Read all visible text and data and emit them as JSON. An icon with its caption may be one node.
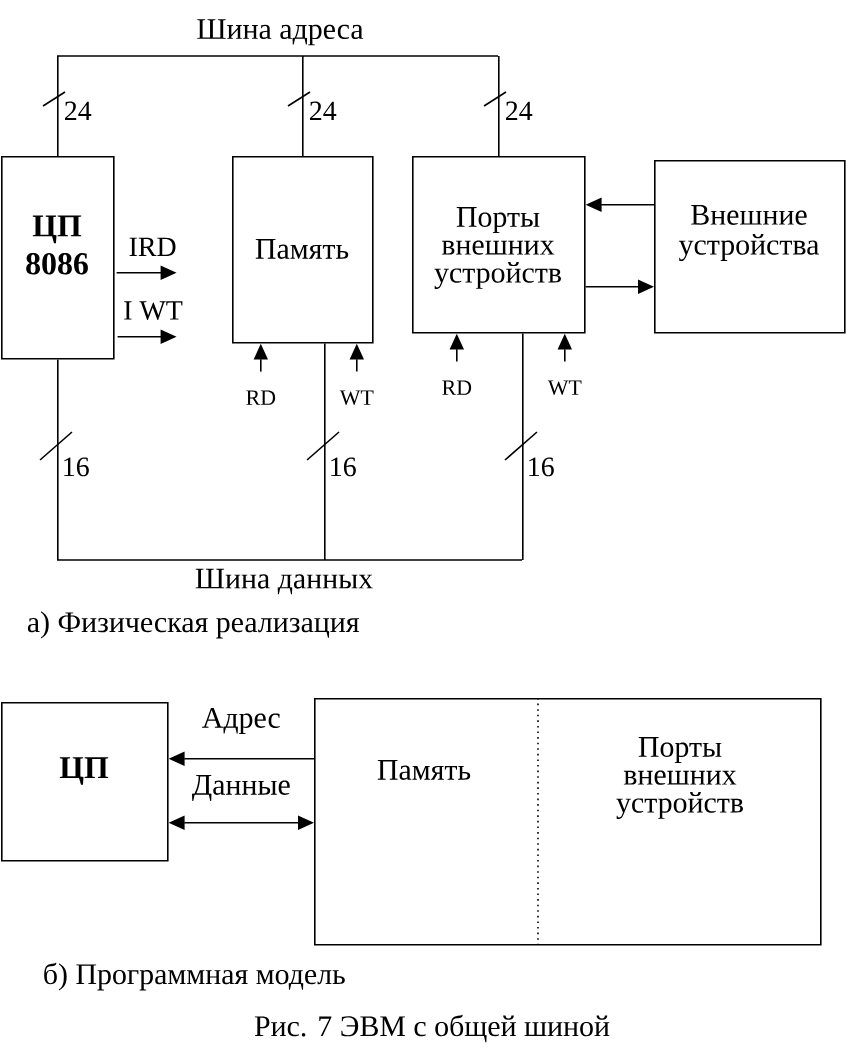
{
  "diagram": {
    "caption": "Рис. 7 ЭВМ с общей шиной",
    "nodes": [
      {
        "text": [
          "Шина адреса"
        ]
      },
      {
        "text": [
          "ЦП 8086"
        ]
      },
      {
        "text": [
          "Память"
        ]
      },
      {
        "text": [
          "Порты внешних устройств"
        ]
      },
      {
        "text": [
          "Внешние устройства"
        ]
      },
      {
        "text": [
          "Шина данных"
        ]
      },
      {
        "text": [
          "ЦП"
        ]
      },
      {
        "text": [
          "Память",
          "Порты внешних устройств"
        ]
      }
    ],
    "edges": [
      {
        "from": 1,
        "to": 0,
        "arrow": "none",
        "label": "24"
      },
      {
        "from": 2,
        "to": 0,
        "arrow": "none",
        "label": "24"
      },
      {
        "from": 3,
        "to": 0,
        "arrow": "none",
        "label": "24"
      },
      {
        "from": 1,
        "to": 5,
        "arrow": "none",
        "label": "16"
      },
      {
        "from": 2,
        "to": 5,
        "arrow": "none",
        "label": "16"
      },
      {
        "from": 3,
        "to": 5,
        "arrow": "none",
        "label": "16"
      },
      {
        "from": 1,
        "to": null,
        "arrow": "to",
        "label": "IRD"
      },
      {
        "from": 1,
        "to": null,
        "arrow": "to",
        "label": "I WT"
      },
      {
        "from": null,
        "to": 2,
        "arrow": "to",
        "label": "RD"
      },
      {
        "from": null,
        "to": 2,
        "arrow": "to",
        "label": "WT"
      },
      {
        "from": null,
        "to": 3,
        "arrow": "to",
        "label": "RD"
      },
      {
        "from": null,
        "to": 3,
        "arrow": "to",
        "label": "WT"
      },
      {
        "from": 4,
        "to": 3,
        "arrow": "to"
      },
      {
        "from": 3,
        "to": 4,
        "arrow": "to"
      },
      {
        "from": 7,
        "to": 6,
        "arrow": "to",
        "label": "Адрес"
      },
      {
        "from": 6,
        "to": 7,
        "arrow": "both",
        "label": "Данные"
      }
    ],
    "labels": [
      "а) Физическая реализация",
      "б) Программная модель"
    ]
  }
}
